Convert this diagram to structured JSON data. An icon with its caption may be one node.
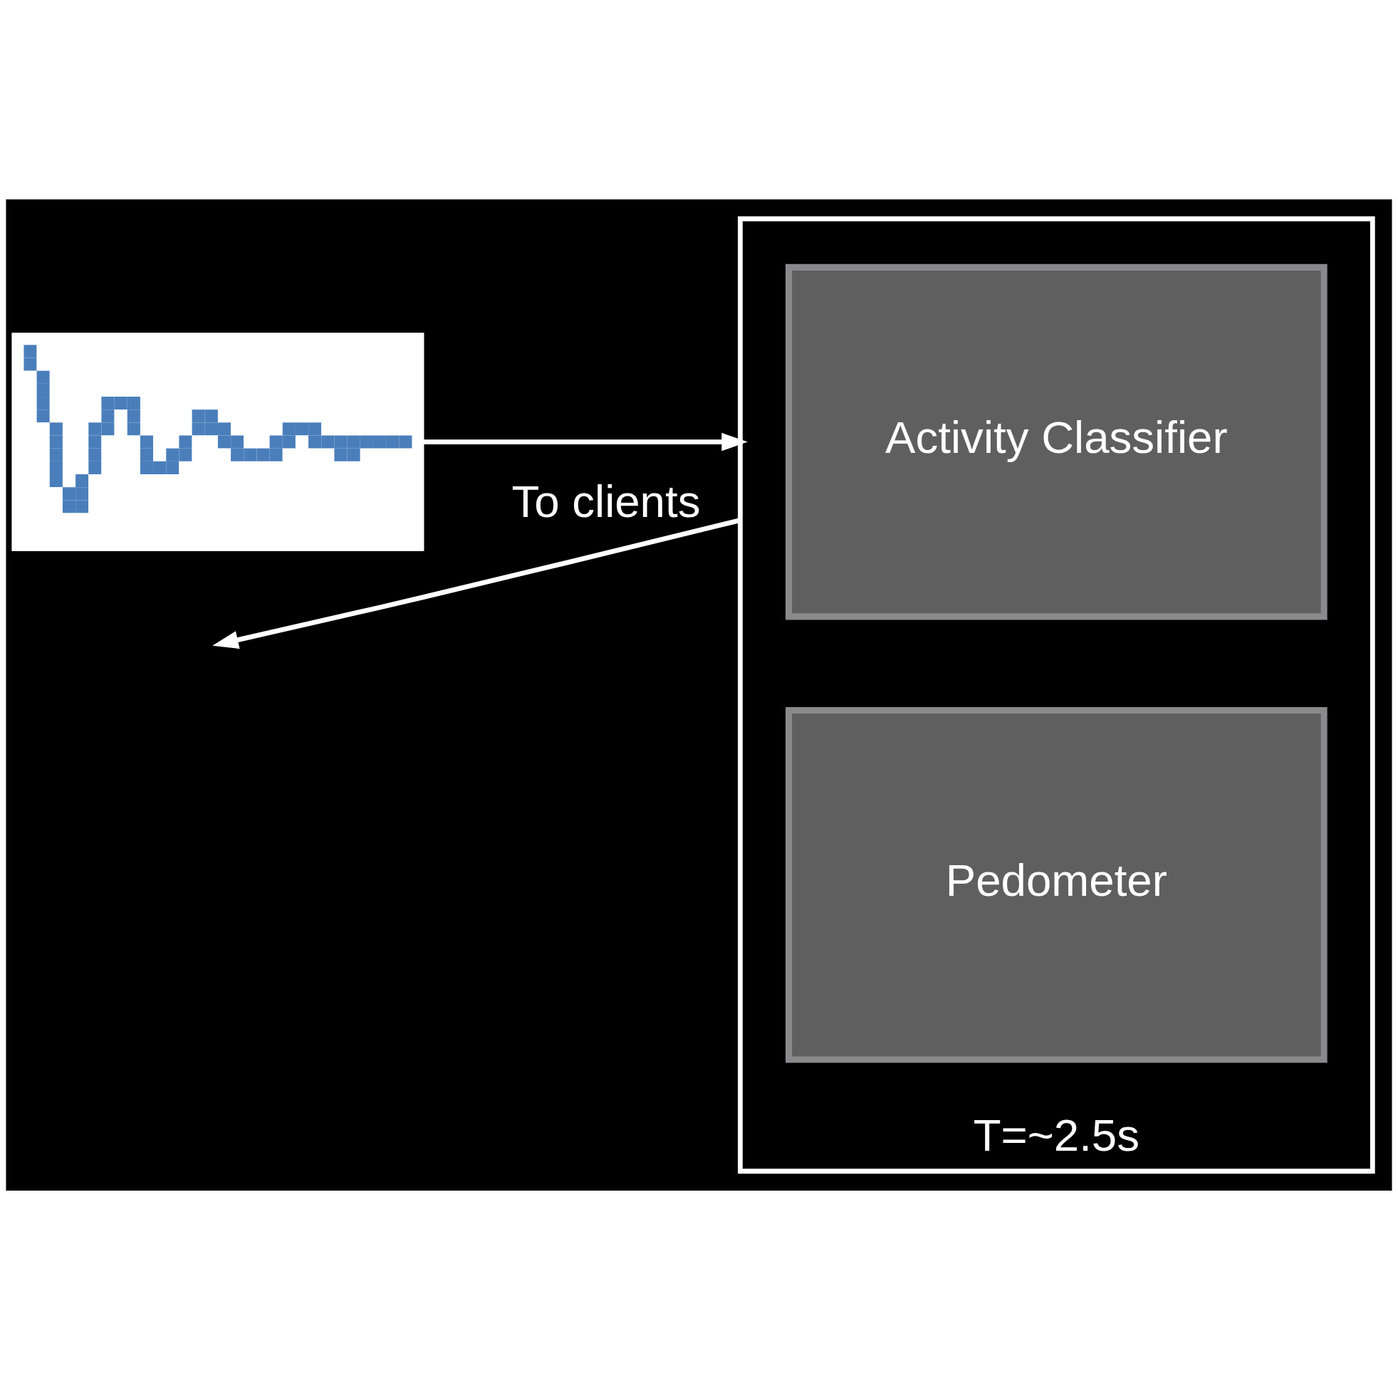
{
  "diagram": {
    "nodes": [
      {
        "text": [],
        "shape": "picture"
      },
      {
        "text": [],
        "shape": "box",
        "beside": [
          "T=~2.5s"
        ]
      },
      {
        "text": [
          "Activity Classifier"
        ],
        "in": 1
      },
      {
        "text": [
          "Pedometer"
        ],
        "in": 1
      }
    ],
    "edges": [
      {
        "from": 0,
        "to": 1,
        "arrow": "to"
      },
      {
        "from": 1,
        "to": null,
        "arrow": "to",
        "label": "To clients"
      }
    ]
  }
}
